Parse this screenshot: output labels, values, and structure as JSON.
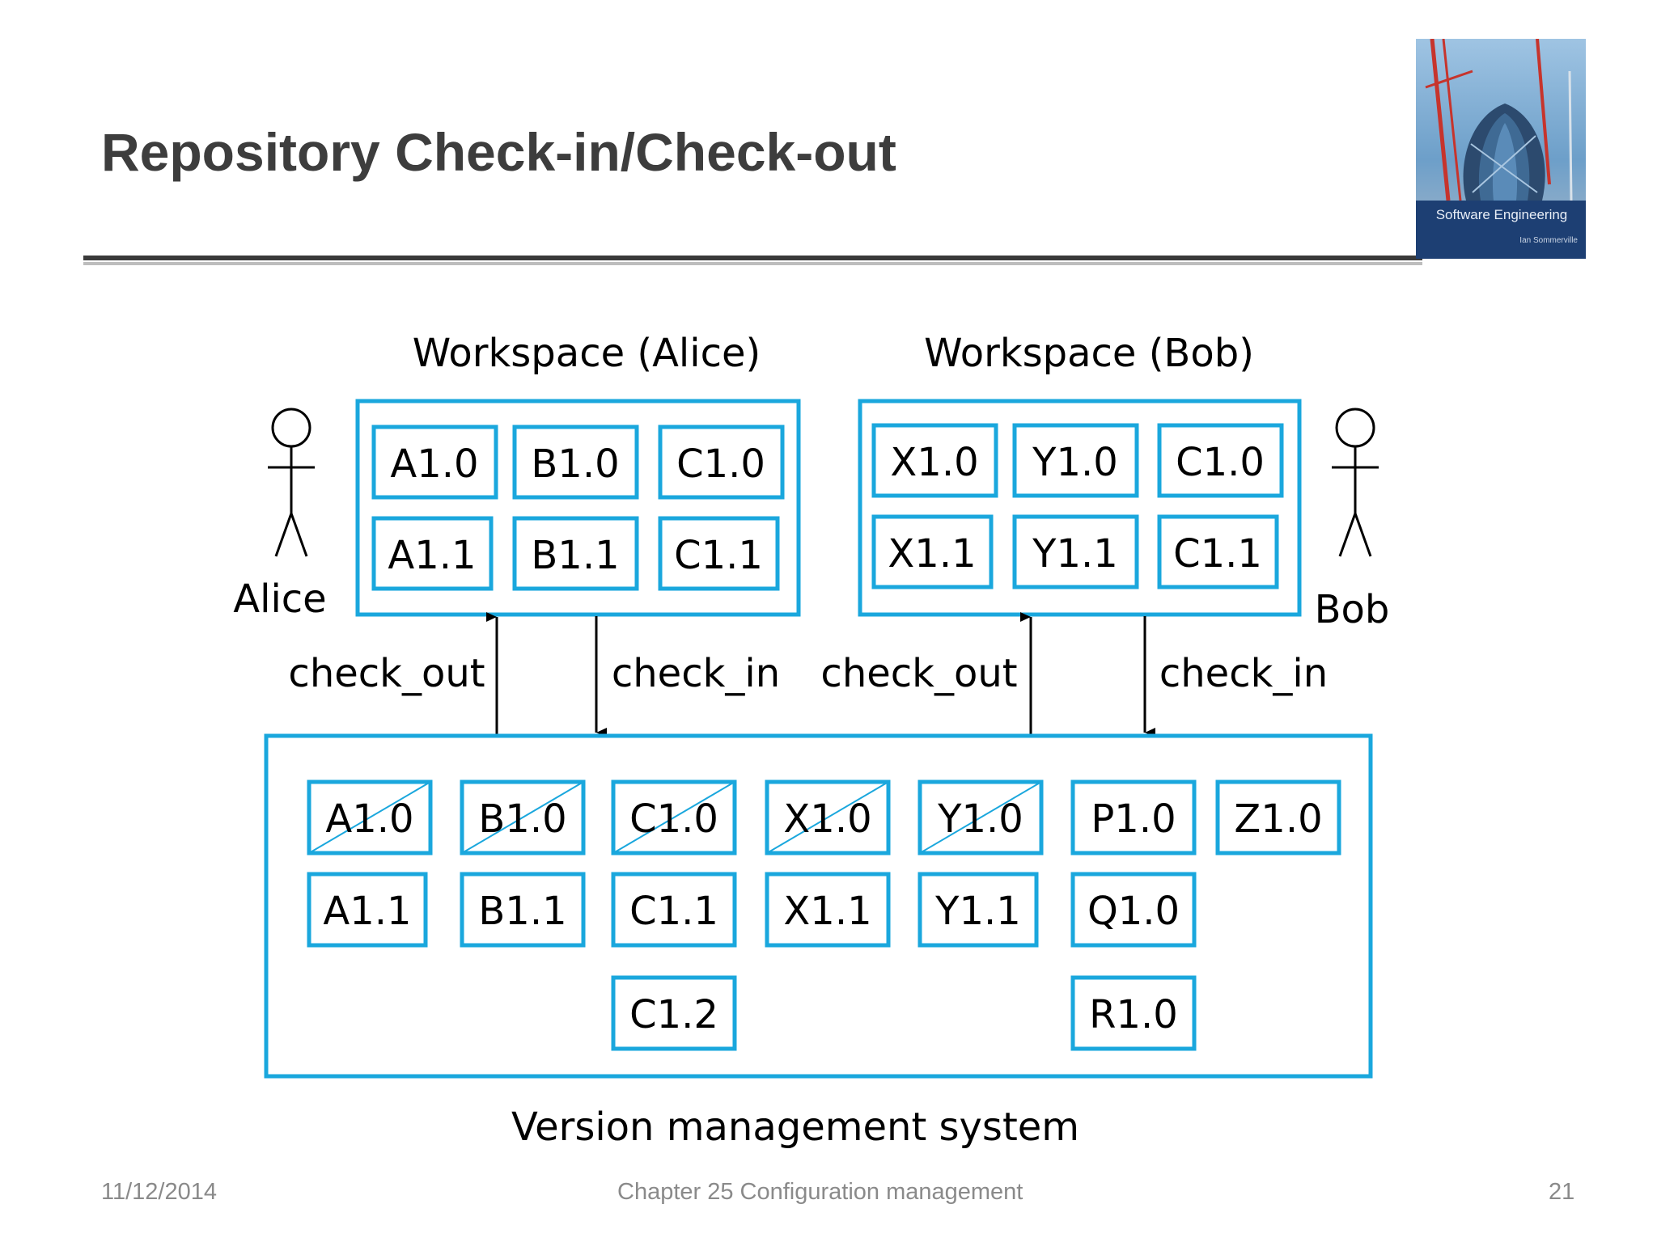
{
  "slide": {
    "title": "Repository Check-in/Check-out",
    "cover": {
      "title": "Software Engineering",
      "author": "Ian Sommerville"
    }
  },
  "diagram": {
    "workspace_alice": {
      "label": "Workspace (Alice)",
      "components": [
        "A1.0",
        "B1.0",
        "C1.0",
        "A1.1",
        "B1.1",
        "C1.1"
      ]
    },
    "workspace_bob": {
      "label": "Workspace (Bob)",
      "components": [
        "X1.0",
        "Y1.0",
        "C1.0",
        "X1.1",
        "Y1.1",
        "C1.1"
      ]
    },
    "actors": {
      "alice": "Alice",
      "bob": "Bob"
    },
    "arrows": {
      "alice_out": "check_out",
      "alice_in": "check_in",
      "bob_out": "check_out",
      "bob_in": "check_in"
    },
    "repository": {
      "label": "Version management system",
      "components": [
        {
          "name": "A1.0",
          "struck": true
        },
        {
          "name": "B1.0",
          "struck": true
        },
        {
          "name": "C1.0",
          "struck": true
        },
        {
          "name": "X1.0",
          "struck": true
        },
        {
          "name": "Y1.0",
          "struck": true
        },
        {
          "name": "P1.0",
          "struck": false
        },
        {
          "name": "Z1.0",
          "struck": false
        },
        {
          "name": "A1.1",
          "struck": false
        },
        {
          "name": "B1.1",
          "struck": false
        },
        {
          "name": "C1.1",
          "struck": false
        },
        {
          "name": "X1.1",
          "struck": false
        },
        {
          "name": "Y1.1",
          "struck": false
        },
        {
          "name": "Q1.0",
          "struck": false
        },
        {
          "name": "C1.2",
          "struck": false
        },
        {
          "name": "R1.0",
          "struck": false
        }
      ]
    },
    "colors": {
      "box_border": "#1aa7dd",
      "strike": "#1aa7dd",
      "title": "#3d3d3d",
      "footer": "#8a8a8a"
    }
  },
  "footer": {
    "date": "11/12/2014",
    "chapter": "Chapter 25 Configuration management",
    "page": "21"
  }
}
